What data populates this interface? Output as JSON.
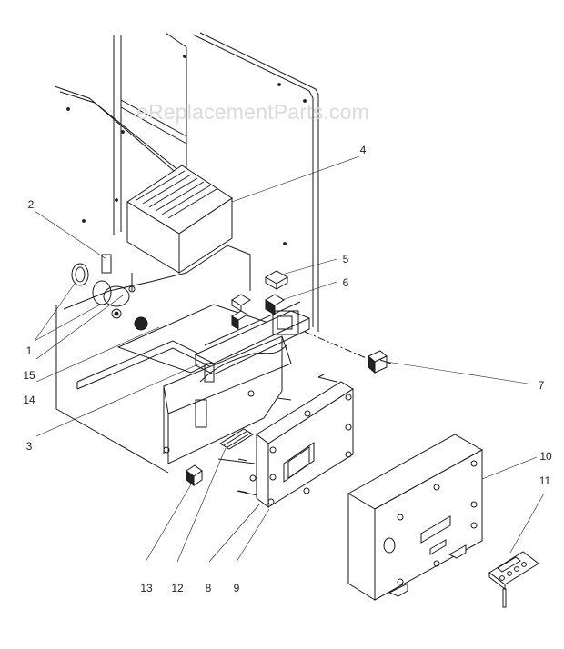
{
  "watermark": "eReplacementParts.com",
  "callouts": [
    "1",
    "2",
    "3",
    "4",
    "5",
    "6",
    "7",
    "8",
    "9",
    "10",
    "11",
    "12",
    "13",
    "14",
    "15"
  ],
  "colors": {
    "line": "#1a1a1a",
    "watermark": "#dadada",
    "background": "#ffffff"
  }
}
